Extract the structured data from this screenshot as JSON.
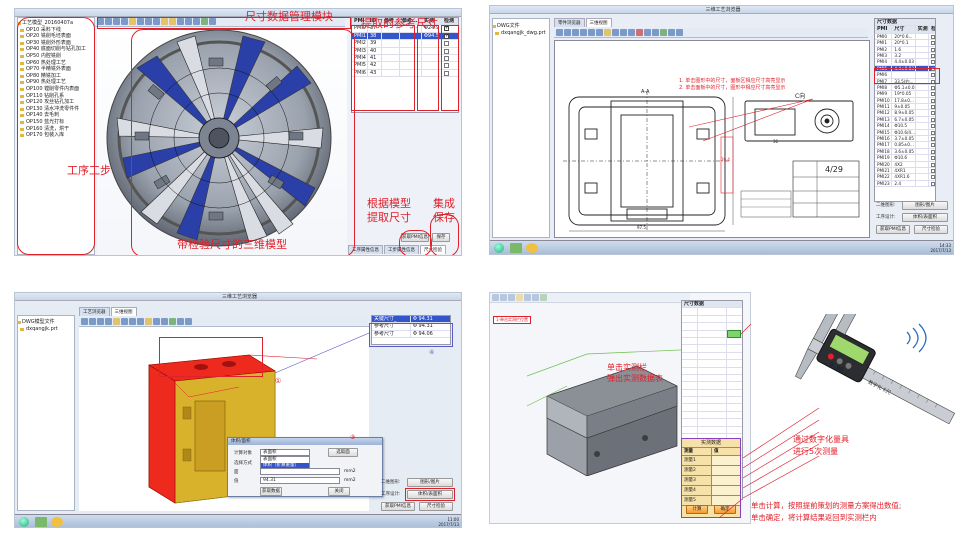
{
  "colors": {
    "annotation": "#e0202a",
    "accent_blue": "#3355cc",
    "model_red": "#ee2a1f",
    "model_yellow": "#e8c43a"
  },
  "p1": {
    "tree_items": [
      "工艺模型_20160407a",
      "OP10 采料下线",
      "OP20 铣削毛坯表面",
      "OP30 铣削外形表面",
      "OP40 底面切削与钻孔加工",
      "OP50 内腔铣削",
      "OP60 热处理工艺",
      "OP70 半精铣外表面",
      "OP80 精铣加工",
      "OP90 热处理工艺",
      "OP100 镗削零件内表面",
      "OP110 钻削孔系",
      "OP120 攻丝钻孔加工",
      "OP130 清水冲洗零件件",
      "OP140 去毛刺",
      "OP150 蓝光打标",
      "OP160 清洗，烘干",
      "OP170 包装入库"
    ],
    "grid_headers": [
      "PMI",
      "ID",
      "参考",
      "参考...",
      "实测",
      "检测"
    ],
    "grid_rows": [
      {
        "pmi": "PMI0",
        "id": "37",
        "ref": "",
        "ref2": "",
        "meas": "Φ24.9",
        "chk": true,
        "sel": false
      },
      {
        "pmi": "PMI1",
        "id": "38",
        "ref": "",
        "ref2": "",
        "meas": "Φ94.5",
        "chk": true,
        "sel": true
      },
      {
        "pmi": "PMI2",
        "id": "39",
        "ref": "",
        "ref2": "",
        "meas": "",
        "chk": false,
        "sel": false
      },
      {
        "pmi": "PMI3",
        "id": "40",
        "ref": "",
        "ref2": "",
        "meas": "",
        "chk": false,
        "sel": false
      },
      {
        "pmi": "PMI4",
        "id": "41",
        "ref": "",
        "ref2": "",
        "meas": "",
        "chk": false,
        "sel": false
      },
      {
        "pmi": "PMI5",
        "id": "42",
        "ref": "",
        "ref2": "",
        "meas": "",
        "chk": false,
        "sel": false
      },
      {
        "pmi": "PMI6",
        "id": "43",
        "ref": "",
        "ref2": "",
        "meas": "",
        "chk": false,
        "sel": false
      }
    ],
    "btn_extract": "获取PMI信息",
    "btn_save": "保存",
    "tabs": [
      "工序属性信息",
      "工步属性信息",
      "尺寸检验"
    ],
    "annot_module": "尺寸数据管理模块",
    "annot_ref": "提取的参考尺寸",
    "annot_process": "工序工步",
    "annot_model": "带检验尺寸的三维模型",
    "annot_extract_1": "根据模型",
    "annot_extract_2": "提取尺寸",
    "annot_save_1": "集成",
    "annot_save_2": "保存"
  },
  "p2": {
    "window_title": "三维工艺浏览器",
    "tree_header": "工艺树",
    "tree_items": [
      "DWG文件",
      "dxqangjk_dwg.prt"
    ],
    "tabs": [
      "零件浏览器",
      "三维视图"
    ],
    "pmi_header": "尺寸数据",
    "pmi_cols": [
      "PMI",
      "尺寸",
      "实测",
      "检"
    ],
    "pmi_rows": [
      [
        "PMI0",
        "20*0.6...",
        ""
      ],
      [
        "PMI1",
        "20*0.1",
        ""
      ],
      [
        "PMI2",
        "1.6",
        ""
      ],
      [
        "PMI3",
        "3.2",
        ""
      ],
      [
        "PMI4",
        "4.4±0.03",
        ""
      ],
      [
        "PMI5",
        "4.4±0.03",
        ""
      ],
      [
        "PMI6",
        "",
        ""
      ],
      [
        "PMI7",
        "33.5(约...",
        ""
      ],
      [
        "PMI8",
        "Φ5.1±0.01",
        ""
      ],
      [
        "PMI9",
        "19*0.05",
        ""
      ],
      [
        "PMI10",
        "17.8±0...",
        ""
      ],
      [
        "PMI11",
        "9±0.05",
        ""
      ],
      [
        "PMI12",
        "8.9±0.05",
        ""
      ],
      [
        "PMI13",
        "6.7±0.05",
        ""
      ],
      [
        "PMI14",
        "Φ10.5",
        ""
      ],
      [
        "PMI15",
        "Φ10.6/4...",
        ""
      ],
      [
        "PMI16",
        "3.7±0.05",
        ""
      ],
      [
        "PMI17",
        "0.85±0...",
        ""
      ],
      [
        "PMI18",
        "3.6±0.05",
        ""
      ],
      [
        "PMI19",
        "Φ10.6",
        ""
      ],
      [
        "PMI20",
        "4X2",
        ""
      ],
      [
        "PMI21",
        "4XR1",
        ""
      ],
      [
        "PMI22",
        "4XR1.6",
        ""
      ],
      [
        "PMI23",
        "2.4",
        ""
      ]
    ],
    "note_1": "1. 单击图形中的尺寸，面板区相应尺寸高亮显示",
    "note_2": "2. 单击面板中的尺寸，图形中相应尺寸高亮显示",
    "label_view": "A-A",
    "label_view2": "C向",
    "dim_1": "36",
    "dim_2": "20.4",
    "dim_3": "97.5",
    "title_block_no": "4/29",
    "form_lbl_1": "二维图形:",
    "form_btn_1": "图形/图片",
    "form_lbl_2": "工序设计:",
    "form_btn_2": "体积/表面积",
    "form_btn_3": "获取PMI信息",
    "form_btn_4": "尺寸检验",
    "clock_time": "14:33",
    "clock_date": "2017/7/13"
  },
  "p3": {
    "window_title": "三维工艺浏览器",
    "tree_items": [
      "DWG模型文件",
      "dxqangjk.prt"
    ],
    "tabs": [
      "工艺浏览器",
      "三维视图"
    ],
    "pmi_rows": [
      {
        "label": "关键尺寸_",
        "value": "Φ 94.31",
        "sel": true
      },
      {
        "label": "参考尺寸",
        "value": "Φ 94.31",
        "sel": false
      },
      {
        "label": "参考尺寸",
        "value": "Φ 94.06",
        "sel": false
      }
    ],
    "dialog_title": "体积/面积",
    "dlg_lbl_1": "计算对象",
    "dlg_val_1": "表面积",
    "dlg_opt_1": "表面积",
    "dlg_opt_2": "体积（折算重量）",
    "dlg_btn_face": "选取面",
    "dlg_lbl_2": "选择方式",
    "dlg_lbl_3": "面",
    "dlg_lbl_4": "值",
    "dlg_val_2": "94.31",
    "dlg_unit_1": "mm2",
    "dlg_unit_2": "mm2",
    "dlg_btn_ok": "获取数据",
    "dlg_btn_close": "关闭",
    "marker_1": "①",
    "marker_2": "②",
    "marker_3": "③",
    "marker_4": "④",
    "form_lbl_1": "二维图形:",
    "form_btn_1": "图形/图片",
    "form_lbl_2": "工序设计:",
    "form_btn_2": "体积/表面积",
    "form_btn_3": "获取PMI信息",
    "form_btn_4": "尺寸检验",
    "clock_time": "11:00",
    "clock_date": "2017/7/13"
  },
  "p4": {
    "grid_header": "尺寸数据",
    "table_headers": [
      "测量",
      "值"
    ],
    "table_rows": [
      "测量1",
      "测量2",
      "测量3",
      "测量4",
      "测量5"
    ],
    "table_title": "实测数据",
    "btn_calc": "计算",
    "btn_ok": "确定",
    "annot_click_1": "单击实测栏",
    "annot_click_2": "弹出实测数据表",
    "annot_measure_1": "通过数字化量具",
    "annot_measure_2": "进行5次测量",
    "annot_calc_1": "单击计算，按照提前策划的测量方案得出数值;",
    "annot_calc_2": "单击确定，将计算结果返回到实测栏内",
    "side_label": "1-单击实测栏位置",
    "caliper_reading": "0.00",
    "caliper_note": "数字化卡尺"
  }
}
